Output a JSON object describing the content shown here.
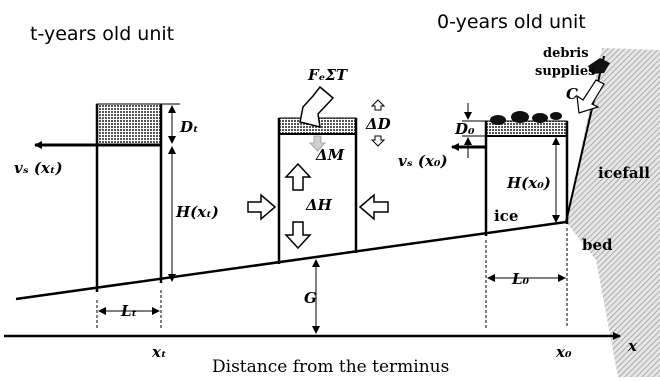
{
  "titles": {
    "left": "t-years old unit",
    "right": "0-years old unit"
  },
  "labels": {
    "vs_xt": "vₛ (xₜ)",
    "Dt": "Dₜ",
    "Hxt": "H(xₜ)",
    "Lt": "Lₜ",
    "xt": "xₜ",
    "Fc": "FₑΣT",
    "dM": "ΔM",
    "dD": "ΔD",
    "dH": "ΔH",
    "G": "G",
    "vs_x0": "vₛ (x₀)",
    "D0": "D₀",
    "Hx0": "H(x₀)",
    "ice": "ice",
    "L0": "L₀",
    "x0": "x₀",
    "debris": "debris",
    "supplies": "supplies",
    "C": "C",
    "icefall": "icefall",
    "bed": "bed",
    "x_axis": "x",
    "xlabel": "Distance from the terminus"
  },
  "colors": {
    "line": "#000000",
    "debris_fill": "#777777",
    "icefall_fill": "#c8c8c8"
  }
}
